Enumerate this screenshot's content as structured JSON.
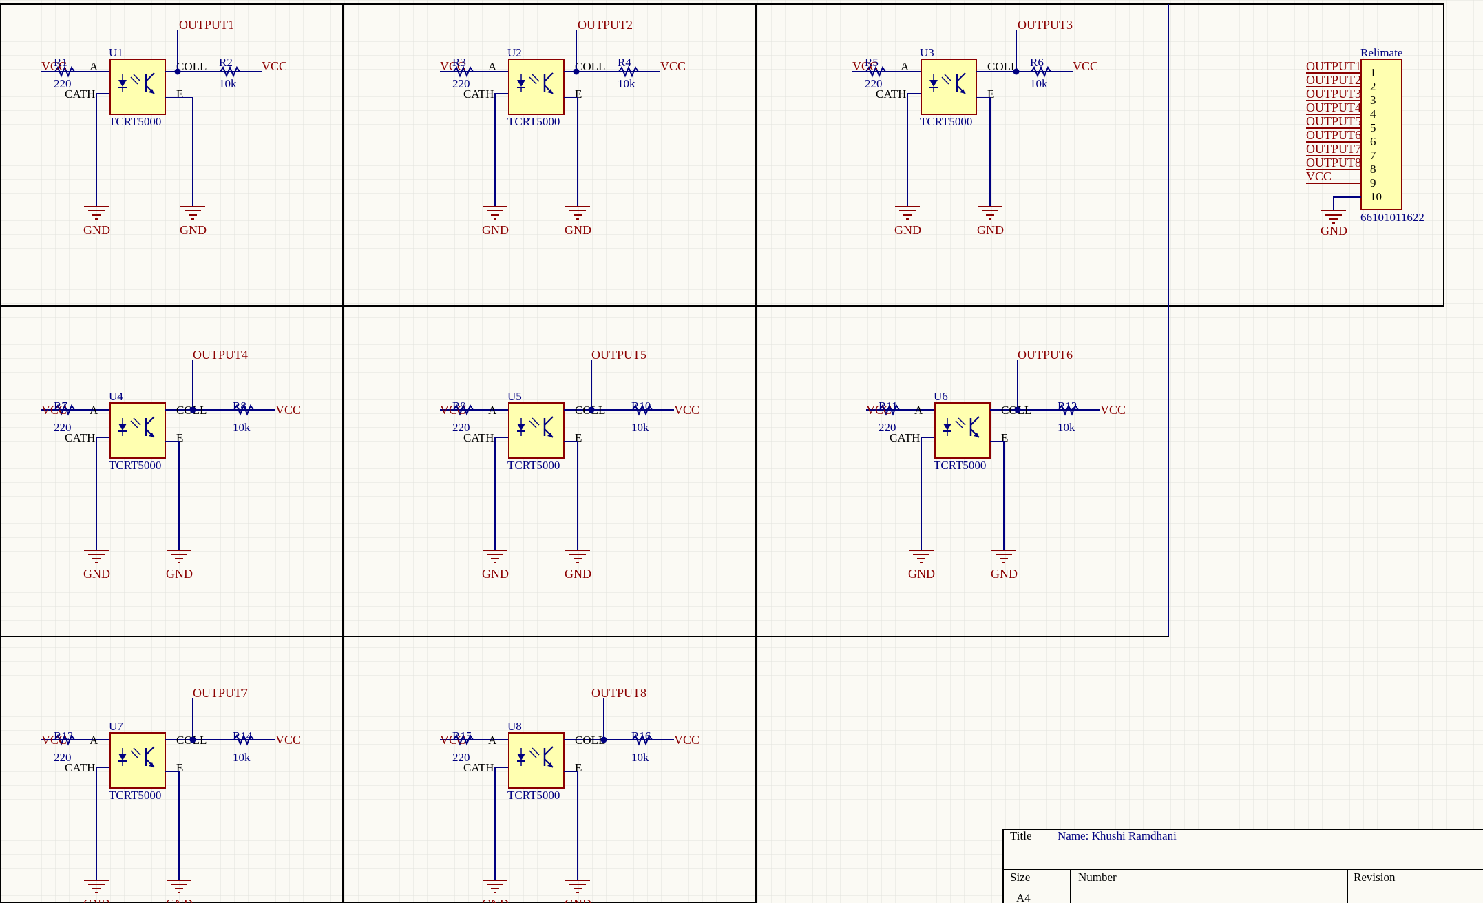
{
  "sensors": [
    {
      "ref": "U1",
      "part": "TCRT5000",
      "r_in": "R1",
      "r_in_val": "220",
      "r_out": "R2",
      "r_out_val": "10k",
      "output": "OUTPUT1",
      "pin_a": "A",
      "pin_cath": "CATH",
      "pin_coll": "COLL",
      "pin_e": "E",
      "supply_in": "VCC",
      "supply_out": "VCC",
      "gnd_left": "GND",
      "gnd_right": "GND"
    },
    {
      "ref": "U2",
      "part": "TCRT5000",
      "r_in": "R3",
      "r_in_val": "220",
      "r_out": "R4",
      "r_out_val": "10k",
      "output": "OUTPUT2",
      "pin_a": "A",
      "pin_cath": "CATH",
      "pin_coll": "COLL",
      "pin_e": "E",
      "supply_in": "VCC",
      "supply_out": "VCC",
      "gnd_left": "GND",
      "gnd_right": "GND"
    },
    {
      "ref": "U3",
      "part": "TCRT5000",
      "r_in": "R5",
      "r_in_val": "220",
      "r_out": "R6",
      "r_out_val": "10k",
      "output": "OUTPUT3",
      "pin_a": "A",
      "pin_cath": "CATH",
      "pin_coll": "COLL",
      "pin_e": "E",
      "supply_in": "VCC",
      "supply_out": "VCC",
      "gnd_left": "GND",
      "gnd_right": "GND"
    },
    {
      "ref": "U4",
      "part": "TCRT5000",
      "r_in": "R7",
      "r_in_val": "220",
      "r_out": "R8",
      "r_out_val": "10k",
      "output": "OUTPUT4",
      "pin_a": "A",
      "pin_cath": "CATH",
      "pin_coll": "COLL",
      "pin_e": "E",
      "supply_in": "VCC",
      "supply_out": "VCC",
      "gnd_left": "GND",
      "gnd_right": "GND"
    },
    {
      "ref": "U5",
      "part": "TCRT5000",
      "r_in": "R9",
      "r_in_val": "220",
      "r_out": "R10",
      "r_out_val": "10k",
      "output": "OUTPUT5",
      "pin_a": "A",
      "pin_cath": "CATH",
      "pin_coll": "COLL",
      "pin_e": "E",
      "supply_in": "VCC",
      "supply_out": "VCC",
      "gnd_left": "GND",
      "gnd_right": "GND"
    },
    {
      "ref": "U6",
      "part": "TCRT5000",
      "r_in": "R11",
      "r_in_val": "220",
      "r_out": "R12",
      "r_out_val": "10k",
      "output": "OUTPUT6",
      "pin_a": "A",
      "pin_cath": "CATH",
      "pin_coll": "COLL",
      "pin_e": "E",
      "supply_in": "VCC",
      "supply_out": "VCC",
      "gnd_left": "GND",
      "gnd_right": "GND"
    },
    {
      "ref": "U7",
      "part": "TCRT5000",
      "r_in": "R13",
      "r_in_val": "220",
      "r_out": "R14",
      "r_out_val": "10k",
      "output": "OUTPUT7",
      "pin_a": "A",
      "pin_cath": "CATH",
      "pin_coll": "COLL",
      "pin_e": "E",
      "supply_in": "VCC",
      "supply_out": "VCC",
      "gnd_left": "GND",
      "gnd_right": "GND"
    },
    {
      "ref": "U8",
      "part": "TCRT5000",
      "r_in": "R15",
      "r_in_val": "220",
      "r_out": "R16",
      "r_out_val": "10k",
      "output": "OUTPUT8",
      "pin_a": "A",
      "pin_cath": "CATH",
      "pin_coll": "COLL",
      "pin_e": "E",
      "supply_in": "VCC",
      "supply_out": "VCC",
      "gnd_left": "GND",
      "gnd_right": "GND"
    }
  ],
  "connector": {
    "name": "Relimate",
    "part_number": "66101011622",
    "nets": [
      "OUTPUT1",
      "OUTPUT2",
      "OUTPUT3",
      "OUTPUT4",
      "OUTPUT5",
      "OUTPUT6",
      "OUTPUT7",
      "OUTPUT8",
      "VCC"
    ],
    "pins": [
      "1",
      "2",
      "3",
      "4",
      "5",
      "6",
      "7",
      "8",
      "9",
      "10"
    ],
    "gnd": "GND"
  },
  "title_block": {
    "title_label": "Title",
    "title_value": "Name: Khushi Ramdhani",
    "size_label": "Size",
    "size_value": "A4",
    "number_label": "Number",
    "revision_label": "Revision"
  },
  "colors": {
    "background": "#fbfaf4",
    "grid": "#e2e2dc",
    "wire": "#000080",
    "net_label": "#8b0000",
    "component_fill": "#ffffb0",
    "component_border": "#8b0000",
    "frame": "#000000"
  }
}
